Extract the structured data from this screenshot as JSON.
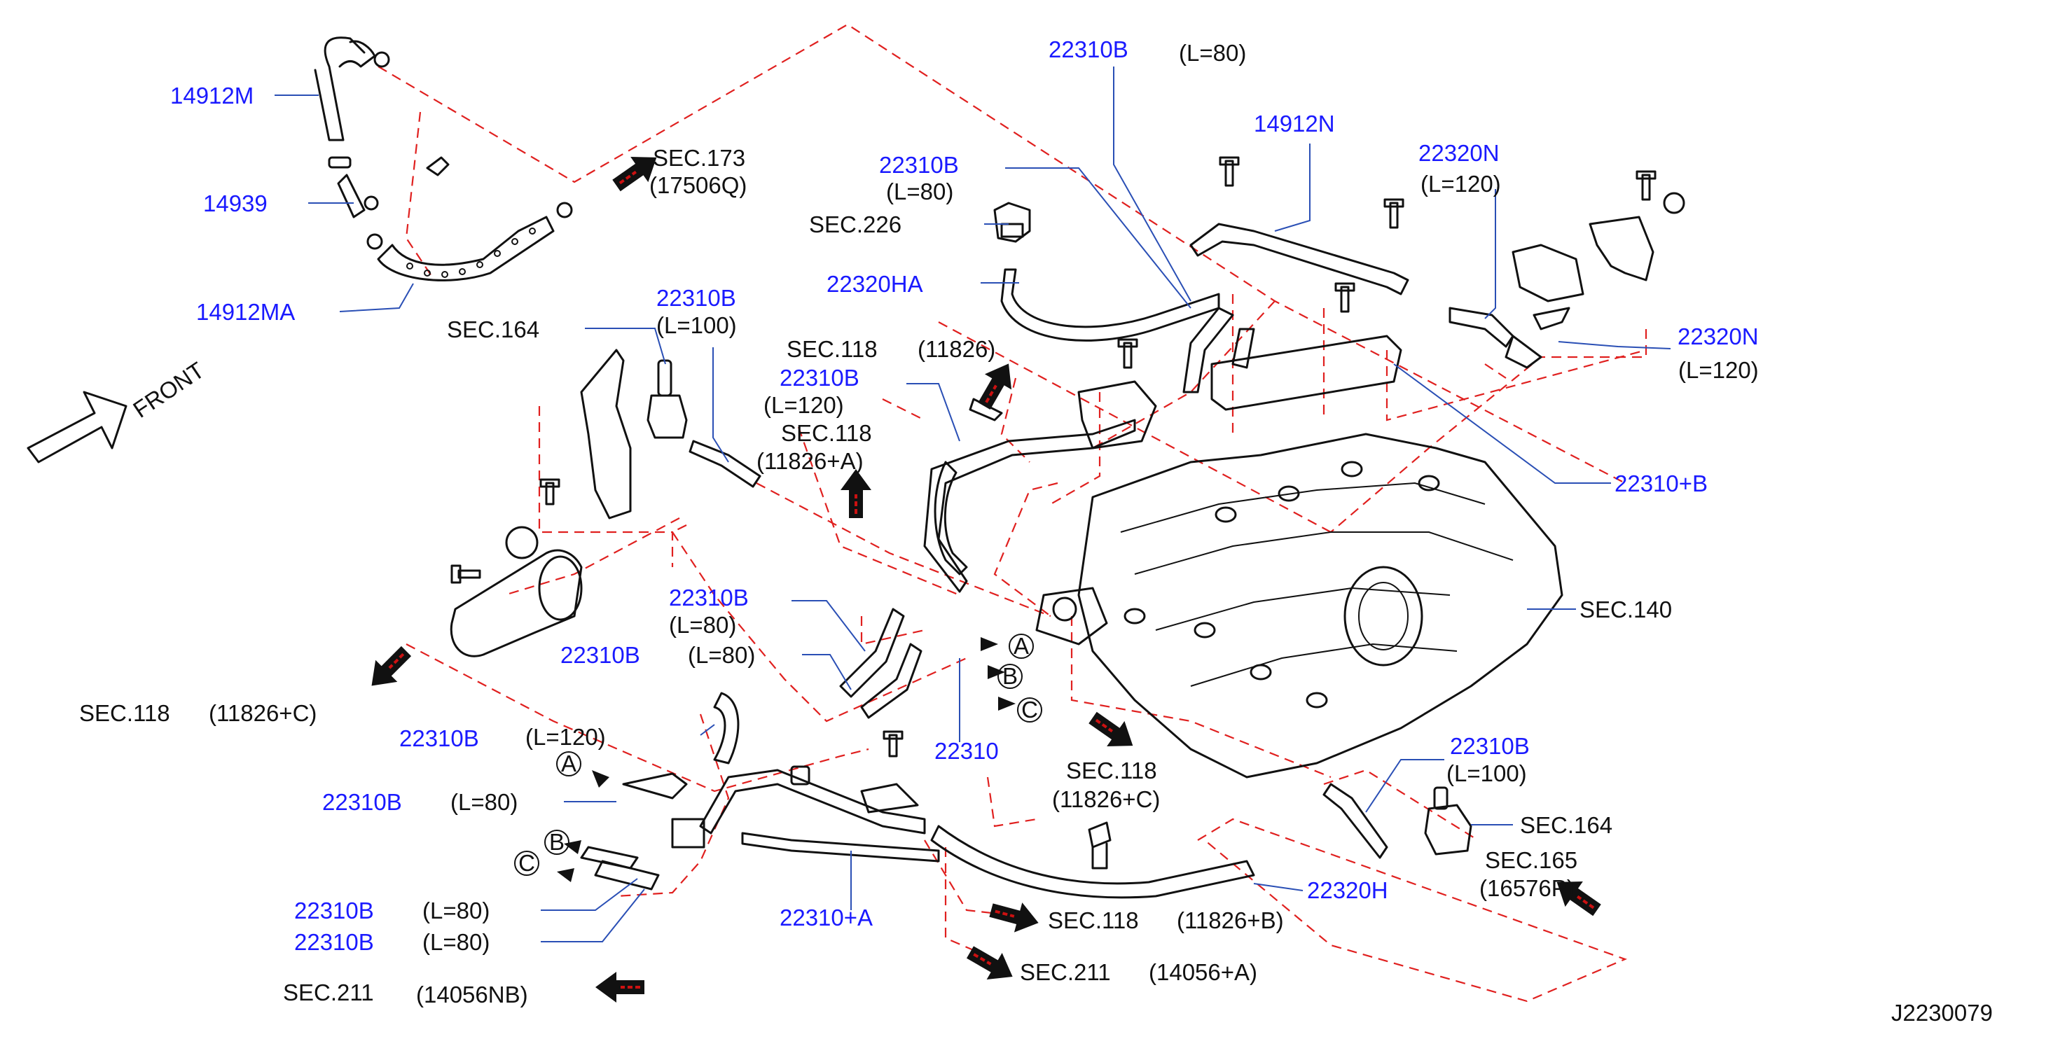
{
  "diagram": {
    "ref_code": "J2230079",
    "front_label": "FRONT",
    "labels": [
      {
        "id": "l_14912M",
        "text": "14912M",
        "color": "blue"
      },
      {
        "id": "l_14939",
        "text": "14939",
        "color": "blue"
      },
      {
        "id": "l_14912MA",
        "text": "14912MA",
        "color": "blue"
      },
      {
        "id": "l_sec173",
        "text": "SEC.173",
        "color": "black"
      },
      {
        "id": "l_17506Q",
        "text": "(17506Q)",
        "color": "black"
      },
      {
        "id": "l_22310B_top",
        "text": "22310B",
        "color": "blue"
      },
      {
        "id": "l_L80_top",
        "text": "(L=80)",
        "color": "black"
      },
      {
        "id": "l_14912N",
        "text": "14912N",
        "color": "blue"
      },
      {
        "id": "l_22310B_2",
        "text": "22310B",
        "color": "blue"
      },
      {
        "id": "l_L80_2",
        "text": "(L=80)",
        "color": "black"
      },
      {
        "id": "l_sec226",
        "text": "SEC.226",
        "color": "black"
      },
      {
        "id": "l_22320HA",
        "text": "22320HA",
        "color": "blue"
      },
      {
        "id": "l_22320N_1",
        "text": "22320N",
        "color": "blue"
      },
      {
        "id": "l_L120_n1",
        "text": "(L=120)",
        "color": "black"
      },
      {
        "id": "l_22320N_2",
        "text": "22320N",
        "color": "blue"
      },
      {
        "id": "l_L120_n2",
        "text": "(L=120)",
        "color": "black"
      },
      {
        "id": "l_sec164_a",
        "text": "SEC.164",
        "color": "black"
      },
      {
        "id": "l_22310B_3",
        "text": "22310B",
        "color": "blue"
      },
      {
        "id": "l_L100_a",
        "text": "(L=100)",
        "color": "black"
      },
      {
        "id": "l_sec118_a",
        "text": "SEC.118",
        "color": "black"
      },
      {
        "id": "l_11826",
        "text": "(11826)",
        "color": "black"
      },
      {
        "id": "l_22310B_4",
        "text": "22310B",
        "color": "blue"
      },
      {
        "id": "l_L120_a",
        "text": "(L=120)",
        "color": "black"
      },
      {
        "id": "l_sec118_b",
        "text": "SEC.118",
        "color": "black"
      },
      {
        "id": "l_11826A",
        "text": "(11826+A)",
        "color": "black"
      },
      {
        "id": "l_22310pB",
        "text": "22310+B",
        "color": "blue"
      },
      {
        "id": "l_22310B_5",
        "text": "22310B",
        "color": "blue"
      },
      {
        "id": "l_L80_5",
        "text": "(L=80)",
        "color": "black"
      },
      {
        "id": "l_22310B_6",
        "text": "22310B",
        "color": "blue"
      },
      {
        "id": "l_L80_6",
        "text": "(L=80)",
        "color": "black"
      },
      {
        "id": "l_sec140",
        "text": "SEC.140",
        "color": "black"
      },
      {
        "id": "l_sec118_c",
        "text": "SEC.118",
        "color": "black"
      },
      {
        "id": "l_11826C",
        "text": "(11826+C)",
        "color": "black"
      },
      {
        "id": "l_22310B_7",
        "text": "22310B",
        "color": "blue"
      },
      {
        "id": "l_L120_b",
        "text": "(L=120)",
        "color": "black"
      },
      {
        "id": "l_22310",
        "text": "22310",
        "color": "blue"
      },
      {
        "id": "l_sec118_d",
        "text": "SEC.118",
        "color": "black"
      },
      {
        "id": "l_11826C_2",
        "text": "(11826+C)",
        "color": "black"
      },
      {
        "id": "l_22310B_8",
        "text": "22310B",
        "color": "blue"
      },
      {
        "id": "l_L100_b",
        "text": "(L=100)",
        "color": "black"
      },
      {
        "id": "l_22310B_9",
        "text": "22310B",
        "color": "blue"
      },
      {
        "id": "l_L80_9",
        "text": "(L=80)",
        "color": "black"
      },
      {
        "id": "l_sec164_b",
        "text": "SEC.164",
        "color": "black"
      },
      {
        "id": "l_sec165",
        "text": "SEC.165",
        "color": "black"
      },
      {
        "id": "l_16576P",
        "text": "(16576P)",
        "color": "black"
      },
      {
        "id": "l_22320H",
        "text": "22320H",
        "color": "blue"
      },
      {
        "id": "l_22310B_10",
        "text": "22310B",
        "color": "blue"
      },
      {
        "id": "l_L80_10",
        "text": "(L=80)",
        "color": "black"
      },
      {
        "id": "l_22310B_11",
        "text": "22310B",
        "color": "blue"
      },
      {
        "id": "l_L80_11",
        "text": "(L=80)",
        "color": "black"
      },
      {
        "id": "l_22310pA",
        "text": "22310+A",
        "color": "blue"
      },
      {
        "id": "l_sec118_e",
        "text": "SEC.118",
        "color": "black"
      },
      {
        "id": "l_11826B",
        "text": "(11826+B)",
        "color": "black"
      },
      {
        "id": "l_sec211_a",
        "text": "SEC.211",
        "color": "black"
      },
      {
        "id": "l_14056A",
        "text": "(14056+A)",
        "color": "black"
      },
      {
        "id": "l_sec211_b",
        "text": "SEC.211",
        "color": "black"
      },
      {
        "id": "l_14056NB",
        "text": "(14056NB)",
        "color": "black"
      }
    ],
    "connector_markers": [
      "A",
      "B",
      "C",
      "A",
      "B",
      "C"
    ],
    "colors": {
      "part_number": "#1a1aff",
      "text": "#111111",
      "dashed_line": "#e0201f",
      "leader": "#2a4fb5",
      "arrow_highlight": "#cc1111"
    }
  }
}
